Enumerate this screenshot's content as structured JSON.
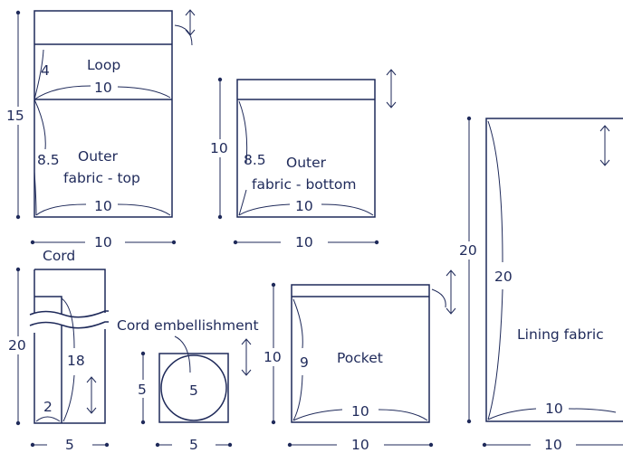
{
  "pieces": {
    "loop": {
      "label": "Loop",
      "height": "4",
      "width": "10"
    },
    "outer_top": {
      "label_line1": "Outer",
      "label_line2": "fabric - top",
      "height": "8.5",
      "width": "10",
      "total_height": "15",
      "bottom_width": "10"
    },
    "outer_bottom": {
      "label_line1": "Outer",
      "label_line2": "fabric - bottom",
      "height": "8.5",
      "width": "10",
      "side_height": "10",
      "bottom_width": "10"
    },
    "lining": {
      "label": "Lining fabric",
      "height": "20",
      "width": "10",
      "side_height": "20",
      "bottom_width": "10"
    },
    "cord": {
      "label": "Cord",
      "height": "18",
      "width": "2",
      "side_height": "20",
      "bottom_width": "5"
    },
    "cord_embellishment": {
      "label": "Cord embellishment",
      "diameter": "5",
      "side_height": "5",
      "bottom_width": "5"
    },
    "pocket": {
      "label": "Pocket",
      "height": "9",
      "width": "10",
      "side_height": "10",
      "bottom_width": "10"
    }
  },
  "colors": {
    "line": "#1f2a5a",
    "background": "#ffffff"
  }
}
